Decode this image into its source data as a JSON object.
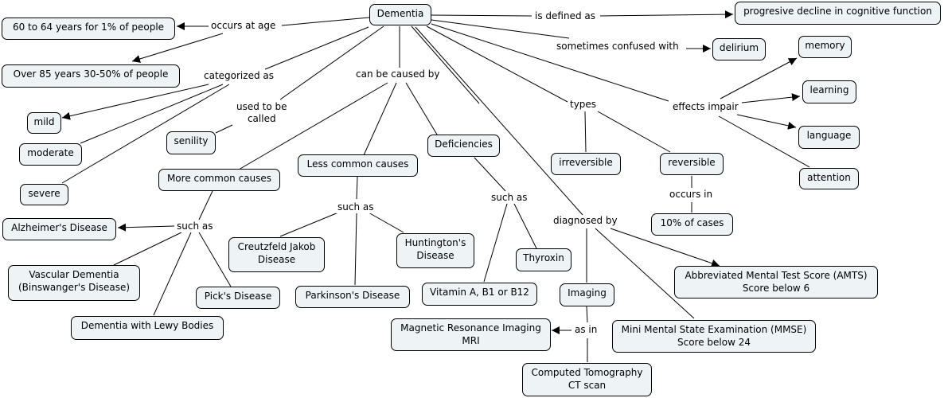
{
  "title": "Dementia concept map",
  "colors": {
    "node_fill": "#eef3f6",
    "node_border": "#000000",
    "line": "#000000",
    "background": "#ffffff"
  },
  "nodes": {
    "dementia": "Dementia",
    "age1": "60 to 64 years for 1% of people",
    "age2": "Over 85 years 30-50% of people",
    "definition": "progresive decline in cognitive function",
    "delirium": "delirium",
    "memory": "memory",
    "learning": "learning",
    "language": "language",
    "attention": "attention",
    "mild": "mild",
    "moderate": "moderate",
    "severe": "severe",
    "senility": "senility",
    "more_common": "More common causes",
    "less_common": "Less common causes",
    "deficiencies": "Deficiencies",
    "irreversible": "irreversible",
    "reversible": "reversible",
    "ten_percent": "10% of cases",
    "alzheimers": "Alzheimer's Disease",
    "vascular": "Vascular Dementia\n(Binswanger's Disease)",
    "picks": "Pick's Disease",
    "lewy": "Dementia with Lewy Bodies",
    "cjd": "Creutzfeld Jakob\nDisease",
    "parkinsons": "Parkinson's Disease",
    "huntingtons": "Huntington's\nDisease",
    "vitamin": "Vitamin A, B1 or B12",
    "thyroxin": "Thyroxin",
    "imaging": "Imaging",
    "mri": "Magnetic Resonance Imaging\nMRI",
    "ct": "Computed Tomography\nCT scan",
    "amts": "Abbreviated Mental Test Score (AMTS)\nScore below 6",
    "mmse": "Mini Mental State Examination (MMSE)\nScore below 24"
  },
  "links": {
    "occurs_at_age": "occurs at age",
    "is_defined_as": "is defined as",
    "sometimes_confused": "sometimes confused with",
    "categorized_as": "categorized as",
    "used_to_be_called": "used to be\ncalled",
    "can_be_caused_by": "can be caused by",
    "types": "types",
    "effects_impair": "effects impair",
    "such_as_more": "such as",
    "such_as_less": "such as",
    "such_as_def": "such as",
    "occurs_in": "occurs in",
    "diagnosed_by": "diagnosed by",
    "as_in": "as in"
  }
}
